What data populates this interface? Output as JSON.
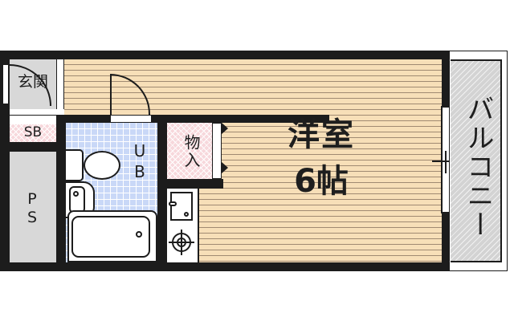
{
  "floor_plan": {
    "type": "apartment-layout",
    "rooms": {
      "western_room": {
        "name": "洋室",
        "size": "6帖"
      },
      "entrance": {
        "name": "玄関"
      },
      "shoe_box": {
        "name": "SB"
      },
      "pipe_space": {
        "name": "PS"
      },
      "unit_bath": {
        "name": "UB"
      },
      "storage": {
        "name": "物入"
      },
      "balcony": {
        "name": "バルコニー"
      }
    },
    "colors": {
      "wall": "#1c1c1c",
      "wood_floor": "#f7dfb8",
      "bath_tile": "#c9d8f7",
      "storage_pink": "#f7d8dc",
      "entrance_grey": "#d8d8d8",
      "balcony_hatch": "#d3d3d3"
    }
  }
}
